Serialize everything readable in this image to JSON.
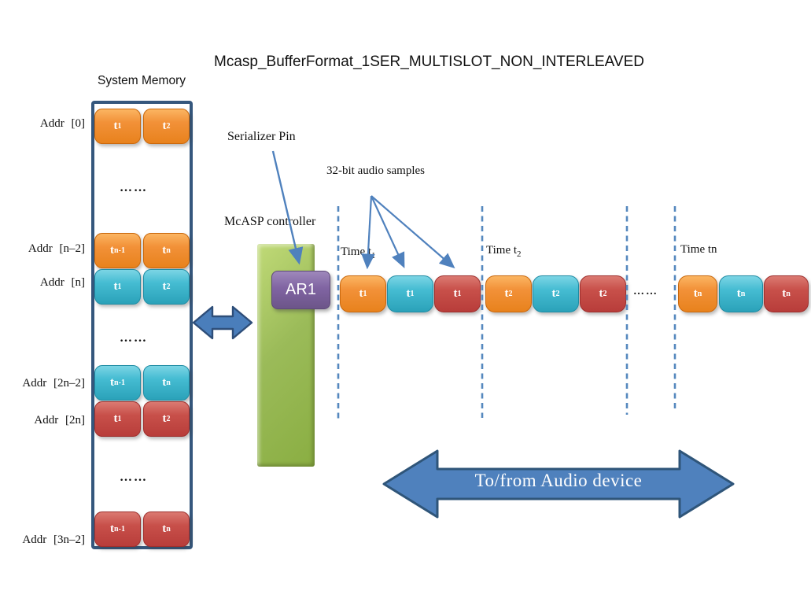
{
  "title": "Mcasp_BufferFormat_1SER_MULTISLOT_NON_INTERLEAVED",
  "colors": {
    "orange": "#E8821D",
    "cyan": "#2BA2B9",
    "red": "#C0504D",
    "green": "#9BBB59",
    "purple": "#8064A2",
    "arrow_blue": "#4F81BD",
    "frame_blue": "#35577D",
    "dashed_blue": "#5588BE"
  },
  "memory": {
    "label": "System Memory",
    "ellipsis": "……",
    "addr_labels": [
      "Addr [0]",
      "Addr [n–2]",
      "Addr [n]",
      "Addr [2n–2]",
      "Addr [2n]",
      "Addr [3n–2]"
    ],
    "rows": [
      {
        "color": "orange",
        "cells": [
          {
            "base": "t",
            "sub": "1"
          },
          {
            "base": "t",
            "sub": "2"
          }
        ]
      },
      {
        "color": "orange",
        "cells": [
          {
            "base": "t",
            "sub": "n-1"
          },
          {
            "base": "t",
            "sub": "n"
          }
        ]
      },
      {
        "color": "cyan",
        "cells": [
          {
            "base": "t",
            "sub": "1"
          },
          {
            "base": "t",
            "sub": "2"
          }
        ]
      },
      {
        "color": "cyan",
        "cells": [
          {
            "base": "t",
            "sub": "n-1"
          },
          {
            "base": "t",
            "sub": "n"
          }
        ]
      },
      {
        "color": "red",
        "cells": [
          {
            "base": "t",
            "sub": "1"
          },
          {
            "base": "t",
            "sub": "2"
          }
        ]
      },
      {
        "color": "red",
        "cells": [
          {
            "base": "t",
            "sub": "n-1"
          },
          {
            "base": "t",
            "sub": "n"
          }
        ]
      }
    ]
  },
  "controller": {
    "label": "McASP controller",
    "serializer_label": "Serializer Pin",
    "ar_label": "AR1"
  },
  "stream": {
    "samples_label": "32-bit audio samples",
    "ellipsis": "……",
    "groups": [
      {
        "time_base": "Time t",
        "time_sub": "1",
        "cells": [
          {
            "base": "t",
            "sub": "1"
          },
          {
            "base": "t",
            "sub": "1"
          },
          {
            "base": "t",
            "sub": "1"
          }
        ]
      },
      {
        "time_base": "Time t",
        "time_sub": "2",
        "cells": [
          {
            "base": "t",
            "sub": "2"
          },
          {
            "base": "t",
            "sub": "2"
          },
          {
            "base": "t",
            "sub": "2"
          }
        ]
      },
      {
        "time_base": "Time tn",
        "time_sub": "",
        "cells": [
          {
            "base": "t",
            "sub": "n"
          },
          {
            "base": "t",
            "sub": "n"
          },
          {
            "base": "t",
            "sub": "n"
          }
        ]
      }
    ]
  },
  "audio_arrow_label": "To/from Audio device"
}
